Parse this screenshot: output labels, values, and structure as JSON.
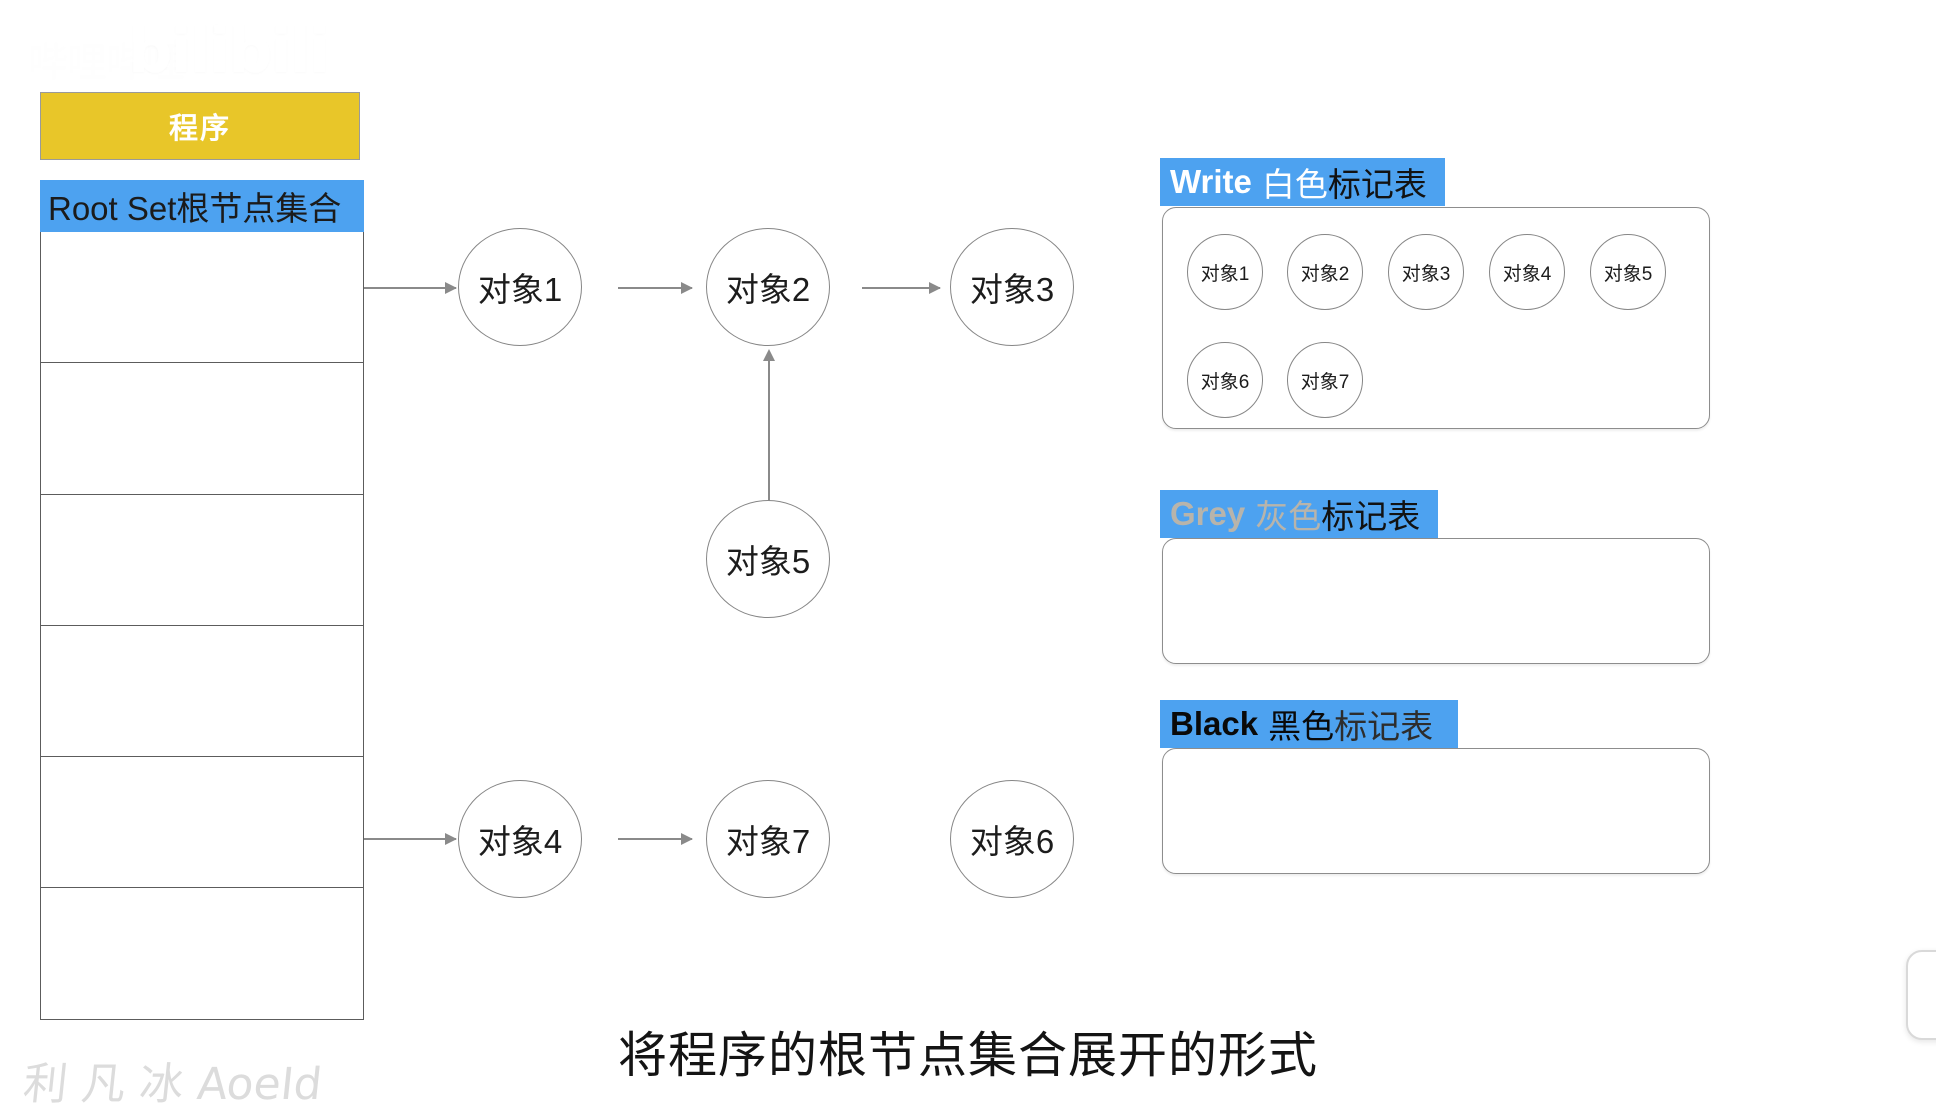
{
  "watermarks": {
    "bilibili": "bilibili",
    "bilibili_sub": "哔哩哔哩",
    "bottom_left": "利 凡 冰 AoeId"
  },
  "program": {
    "label": "程序"
  },
  "root_set": {
    "header": "Root Set根节点集合",
    "row_count": 6,
    "rows": [
      "",
      "",
      "",
      "",
      "",
      ""
    ]
  },
  "graph": {
    "nodes": [
      {
        "id": "obj1",
        "label": "对象1"
      },
      {
        "id": "obj2",
        "label": "对象2"
      },
      {
        "id": "obj3",
        "label": "对象3"
      },
      {
        "id": "obj5",
        "label": "对象5"
      },
      {
        "id": "obj4",
        "label": "对象4"
      },
      {
        "id": "obj7",
        "label": "对象7"
      },
      {
        "id": "obj6",
        "label": "对象6"
      }
    ],
    "edges": [
      {
        "from": "root-set",
        "to": "obj1"
      },
      {
        "from": "obj1",
        "to": "obj2"
      },
      {
        "from": "obj2",
        "to": "obj3"
      },
      {
        "from": "obj5",
        "to": "obj2"
      },
      {
        "from": "root-set",
        "to": "obj4"
      },
      {
        "from": "obj4",
        "to": "obj7"
      }
    ]
  },
  "mark_tables": [
    {
      "key": "white",
      "title_en": "Write",
      "title_color_zh": "白色",
      "title_rest_zh": "标记表",
      "title_color_hex": "#ffffff",
      "items": [
        "对象1",
        "对象2",
        "对象3",
        "对象4",
        "对象5",
        "对象6",
        "对象7"
      ]
    },
    {
      "key": "grey",
      "title_en": "Grey",
      "title_color_zh": "灰色",
      "title_rest_zh": "标记表",
      "title_color_hex": "#b8b4ab",
      "items": []
    },
    {
      "key": "black",
      "title_en": "Black",
      "title_color_zh": "黑色",
      "title_rest_zh": "标记表",
      "title_color_hex": "#0a0a0a",
      "items": []
    }
  ],
  "caption": "将程序的根节点集合展开的形式",
  "colors": {
    "program_fill": "#e8c629",
    "header_blue": "#4da2f0",
    "node_stroke": "#868686",
    "box_stroke": "#8d8d8d",
    "arrow": "#8a8a8a",
    "background": "#ffffff"
  }
}
